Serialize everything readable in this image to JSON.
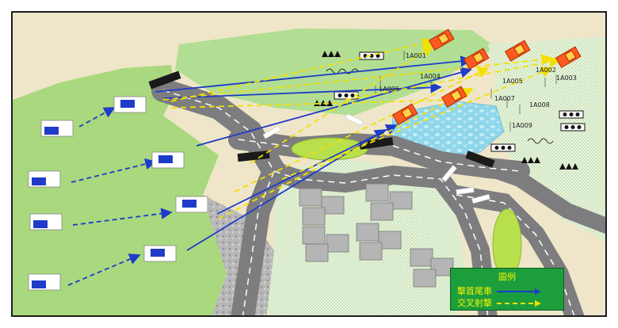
{
  "map_labels": {
    "l1": "1A001",
    "l2": "1A002",
    "l3": "1A003",
    "l4": "1A004",
    "l5": "1A005",
    "l6": "1A006",
    "l7": "1A007",
    "l8": "1A008",
    "l9": "1A009"
  },
  "legend": {
    "title": "圖例",
    "item1": "擊首尾車",
    "item2": "交叉射擊"
  },
  "colors": {
    "blue_arrow": "#1e3cc8",
    "yellow_arrow": "#f2e000",
    "legend_bg": "#1c9e3c",
    "legend_text": "#f6f200"
  },
  "icons": [
    "tank-icon",
    "bunker-icon",
    "tree-icon",
    "bush-icon",
    "water-icon",
    "building-icon"
  ]
}
